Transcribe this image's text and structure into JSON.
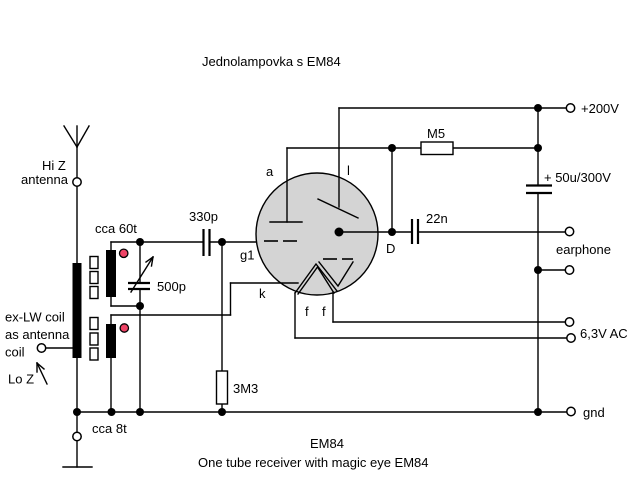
{
  "title": "Jednolampovka s EM84",
  "caption": {
    "tube_name": "EM84",
    "description": "One tube receiver with magic eye EM84"
  },
  "colors": {
    "background": "#ffffff",
    "line": "#000000",
    "tube_fill": "#d4d4d4",
    "phase_dot": "#ee4466"
  },
  "terminals": {
    "antenna_line1": "Hi Z",
    "antenna_line2": "antenna",
    "tap_line1": "ex-LW coil",
    "tap_line2": "as antenna",
    "tap_line3": "coil",
    "tap_note": "Lo Z",
    "b_plus": "+200V",
    "earphone": "earphone",
    "heater_supply": "6,3V AC",
    "ground": "gnd"
  },
  "components": {
    "tuning_coil_turns": "cca 60t",
    "feedback_coil_turns": "cca 8t",
    "grid_capacitor": "330p",
    "tuning_capacitor": "500p",
    "grid_resistor": "3M3",
    "anode_resistor": "M5",
    "output_capacitor": "22n",
    "filter_capacitor": "+ 50u/300V"
  },
  "tube_pins": {
    "anode": "a",
    "screen": "l",
    "grid": "g1",
    "cathode": "k",
    "deflector": "D",
    "filament_left": "f",
    "filament_right": "f"
  }
}
